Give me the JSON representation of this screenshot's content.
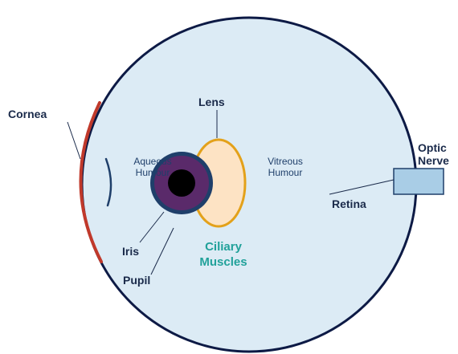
{
  "labels": {
    "cornea": "Cornea",
    "lens": "Lens",
    "aqueous_line1": "Aqueous",
    "aqueous_line2": "Humour",
    "vitreous_line1": "Vitreous",
    "vitreous_line2": "Humour",
    "optic_line1": "Optic",
    "optic_line2": "Nerve",
    "retina": "Retina",
    "iris": "Iris",
    "pupil": "Pupil",
    "ciliary_line1": "Ciliary",
    "ciliary_line2": "Muscles"
  },
  "colors": {
    "eyeball_fill": "#dcebf5",
    "eyeball_stroke": "#0d1a45",
    "cornea": "#c0392b",
    "aqueous_arc": "#1f3f6a",
    "lens_fill": "#fde3c4",
    "lens_stroke": "#e3a11a",
    "iris_outer": "#1f3f6a",
    "iris_inner": "#5a2a6a",
    "pupil": "#000000",
    "optic_nerve_fill": "#a9cde6",
    "optic_nerve_stroke": "#1f3f6a",
    "leader_line": "#1a2a4a",
    "label_text": "#1a2a4a",
    "ciliary_text": "#21a19a"
  }
}
